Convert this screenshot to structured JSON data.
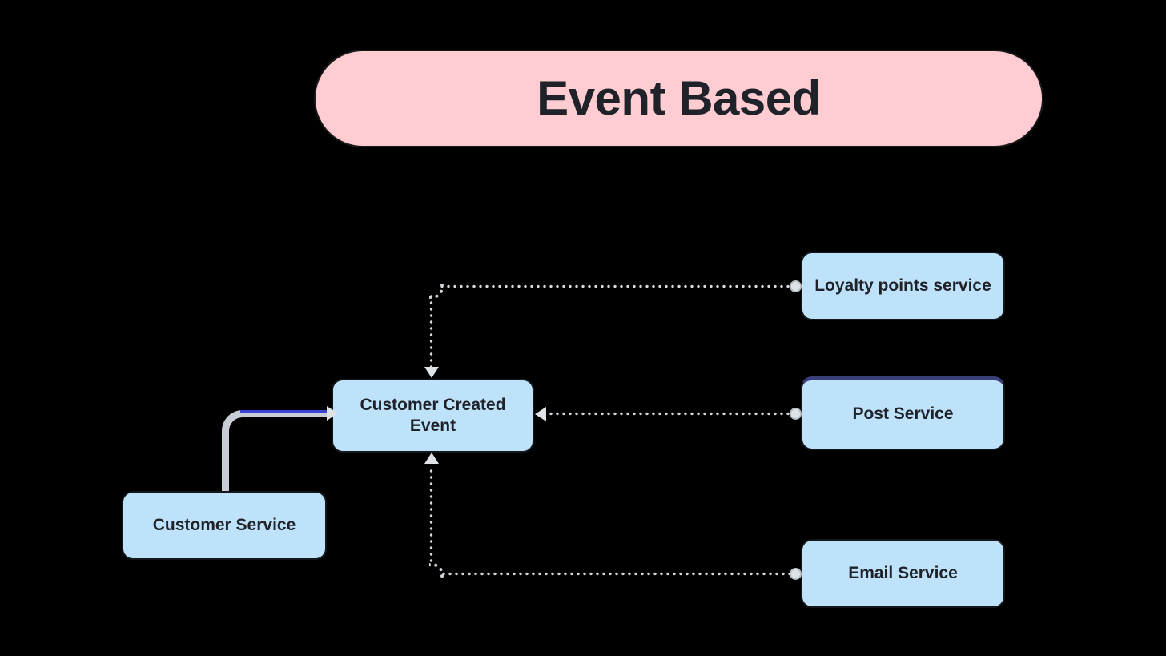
{
  "title": {
    "text": "Event Based",
    "background_color": "#FFCCD2",
    "text_color": "#1f2229"
  },
  "theme": {
    "canvas_background": "#000000",
    "node_fill": "#BFE2FB",
    "node_border": "#14171c",
    "node_text": "#1f2229",
    "connector_color": "#d4d7dc",
    "solid_connector_color": "#c9ced6",
    "highlight_color": "#3b43d6",
    "accent_top_border": "#3b3f7a"
  },
  "nodes": {
    "customer_service": {
      "label": "Customer Service"
    },
    "customer_created_event": {
      "label": "Customer Created Event"
    },
    "loyalty_points_service": {
      "label": "Loyalty points service"
    },
    "post_service": {
      "label": "Post Service"
    },
    "email_service": {
      "label": "Email Service"
    }
  },
  "edges": [
    {
      "id": "customer-service-to-event",
      "from": "customer_service",
      "to": "customer_created_event",
      "style": "solid",
      "arrow_at": "customer_created_event"
    },
    {
      "id": "event-to-loyalty",
      "from": "loyalty_points_service",
      "to": "customer_created_event",
      "style": "dotted",
      "arrow_at": "customer_created_event"
    },
    {
      "id": "event-to-post",
      "from": "post_service",
      "to": "customer_created_event",
      "style": "dotted",
      "arrow_at": "customer_created_event"
    },
    {
      "id": "event-to-email",
      "from": "email_service",
      "to": "customer_created_event",
      "style": "dotted",
      "arrow_at": "customer_created_event"
    }
  ]
}
